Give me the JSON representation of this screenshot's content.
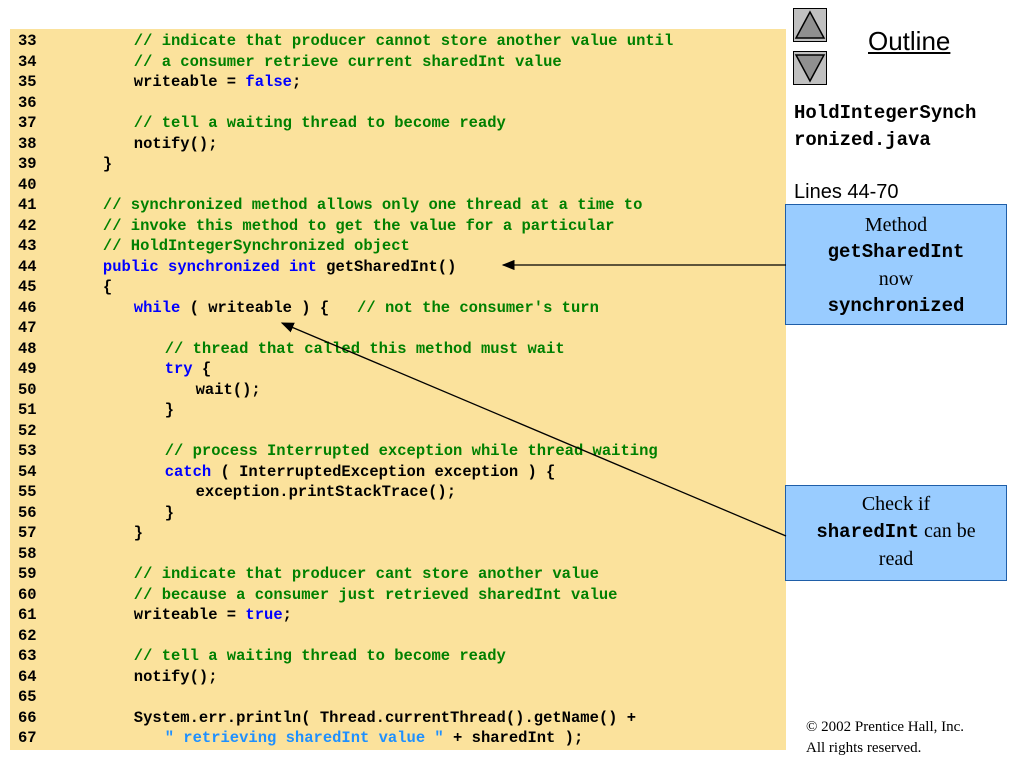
{
  "sidebar": {
    "outline_title": "Outline",
    "file_name": "HoldIntegerSynchronized.java",
    "file_name_line1": "HoldIntegerSynch",
    "file_name_line2": "ronized.java",
    "lines_ref": "Lines 44-70",
    "nav_up_icon": "triangle-up-icon",
    "nav_down_icon": "triangle-down-icon"
  },
  "callouts": [
    {
      "pre": "Method",
      "code": "getSharedInt",
      "mid": "now",
      "code2": "synchronized"
    },
    {
      "pre": "Check if",
      "code": "sharedInt",
      "post": " can be",
      "post2": "read"
    }
  ],
  "copyright": {
    "line1": "© 2002 Prentice Hall, Inc.",
    "line2": "All rights reserved."
  },
  "colors": {
    "code_bg": "#fbe29c",
    "comment": "#008000",
    "keyword": "#0000ff",
    "string": "#1e90ff",
    "callout_bg": "#99ccff"
  },
  "code_lines": [
    {
      "n": "33",
      "indent": 6,
      "tokens": [
        [
          "// indicate that producer cannot store another value until",
          "cm"
        ]
      ]
    },
    {
      "n": "34",
      "indent": 6,
      "tokens": [
        [
          "// a consumer retrieve current sharedInt value",
          "cm"
        ]
      ]
    },
    {
      "n": "35",
      "indent": 6,
      "tokens": [
        [
          "writeable = ",
          "pl"
        ],
        [
          "false",
          "kw"
        ],
        [
          ";",
          "pl"
        ]
      ]
    },
    {
      "n": "36",
      "indent": 0,
      "tokens": []
    },
    {
      "n": "37",
      "indent": 6,
      "tokens": [
        [
          "// tell a waiting thread to become ready",
          "cm"
        ]
      ]
    },
    {
      "n": "38",
      "indent": 6,
      "tokens": [
        [
          "notify();",
          "pl"
        ]
      ]
    },
    {
      "n": "39",
      "indent": 3,
      "tokens": [
        [
          "}",
          "pl"
        ]
      ]
    },
    {
      "n": "40",
      "indent": 0,
      "tokens": []
    },
    {
      "n": "41",
      "indent": 3,
      "tokens": [
        [
          "// synchronized method allows only one thread at a time to",
          "cm"
        ]
      ]
    },
    {
      "n": "42",
      "indent": 3,
      "tokens": [
        [
          "// invoke this method to get the value for a particular",
          "cm"
        ]
      ]
    },
    {
      "n": "43",
      "indent": 3,
      "tokens": [
        [
          "// HoldIntegerSynchronized object",
          "cm"
        ]
      ]
    },
    {
      "n": "44",
      "indent": 3,
      "tokens": [
        [
          "public ",
          "kw"
        ],
        [
          "synchronized ",
          "kw"
        ],
        [
          "int ",
          "kw"
        ],
        [
          "getSharedInt()",
          "pl"
        ]
      ]
    },
    {
      "n": "45",
      "indent": 3,
      "tokens": [
        [
          "{",
          "pl"
        ]
      ]
    },
    {
      "n": "46",
      "indent": 6,
      "tokens": [
        [
          "while",
          "kw"
        ],
        [
          " ( writeable ) {   ",
          "pl"
        ],
        [
          "// not the consumer's turn",
          "cm"
        ]
      ]
    },
    {
      "n": "47",
      "indent": 0,
      "tokens": []
    },
    {
      "n": "48",
      "indent": 9,
      "tokens": [
        [
          "// thread that called this method must wait",
          "cm"
        ]
      ]
    },
    {
      "n": "49",
      "indent": 9,
      "tokens": [
        [
          "try",
          "kw"
        ],
        [
          " {",
          "pl"
        ]
      ]
    },
    {
      "n": "50",
      "indent": 12,
      "tokens": [
        [
          "wait();",
          "pl"
        ]
      ]
    },
    {
      "n": "51",
      "indent": 9,
      "tokens": [
        [
          "}",
          "pl"
        ]
      ]
    },
    {
      "n": "52",
      "indent": 0,
      "tokens": []
    },
    {
      "n": "53",
      "indent": 9,
      "tokens": [
        [
          "// process Interrupted exception while thread waiting",
          "cm"
        ]
      ]
    },
    {
      "n": "54",
      "indent": 9,
      "tokens": [
        [
          "catch",
          "kw"
        ],
        [
          " ( InterruptedException exception ) {",
          "pl"
        ]
      ]
    },
    {
      "n": "55",
      "indent": 12,
      "tokens": [
        [
          "exception.printStackTrace();",
          "pl"
        ]
      ]
    },
    {
      "n": "56",
      "indent": 9,
      "tokens": [
        [
          "}",
          "pl"
        ]
      ]
    },
    {
      "n": "57",
      "indent": 6,
      "tokens": [
        [
          "}",
          "pl"
        ]
      ]
    },
    {
      "n": "58",
      "indent": 0,
      "tokens": []
    },
    {
      "n": "59",
      "indent": 6,
      "tokens": [
        [
          "// indicate that producer cant store another value",
          "cm"
        ]
      ]
    },
    {
      "n": "60",
      "indent": 6,
      "tokens": [
        [
          "// because a consumer just retrieved sharedInt value",
          "cm"
        ]
      ]
    },
    {
      "n": "61",
      "indent": 6,
      "tokens": [
        [
          "writeable = ",
          "pl"
        ],
        [
          "true",
          "kw"
        ],
        [
          ";",
          "pl"
        ]
      ]
    },
    {
      "n": "62",
      "indent": 0,
      "tokens": []
    },
    {
      "n": "63",
      "indent": 6,
      "tokens": [
        [
          "// tell a waiting thread to become ready",
          "cm"
        ]
      ]
    },
    {
      "n": "64",
      "indent": 6,
      "tokens": [
        [
          "notify();",
          "pl"
        ]
      ]
    },
    {
      "n": "65",
      "indent": 0,
      "tokens": []
    },
    {
      "n": "66",
      "indent": 6,
      "tokens": [
        [
          "System.err.println( Thread.currentThread().getName() +",
          "pl"
        ]
      ]
    },
    {
      "n": "67",
      "indent": 9,
      "tokens": [
        [
          "\" retrieving sharedInt value \"",
          "st"
        ],
        [
          " + sharedInt );",
          "pl"
        ]
      ]
    }
  ]
}
